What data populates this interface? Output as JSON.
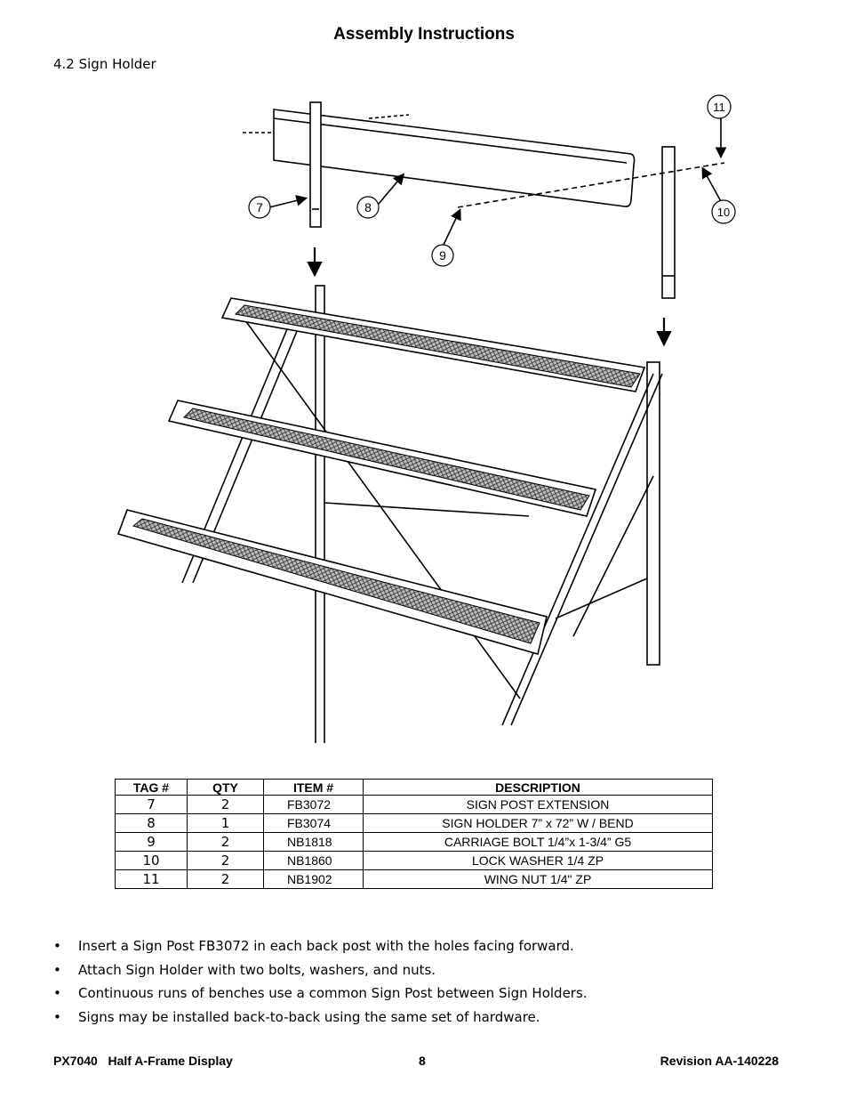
{
  "header": {
    "title": "Assembly Instructions",
    "section": "4.2 Sign Holder"
  },
  "figure": {
    "callouts": [
      {
        "tag": "7"
      },
      {
        "tag": "8"
      },
      {
        "tag": "9"
      },
      {
        "tag": "10"
      },
      {
        "tag": "11"
      }
    ]
  },
  "parts_table": {
    "headers": [
      "TAG #",
      "QTY",
      "ITEM #",
      "DESCRIPTION"
    ],
    "rows": [
      {
        "tag": "7",
        "qty": "2",
        "item": "FB3072",
        "description": "SIGN POST EXTENSION"
      },
      {
        "tag": "8",
        "qty": "1",
        "item": "FB3074",
        "description": "SIGN HOLDER  7” x 72” W / BEND"
      },
      {
        "tag": "9",
        "qty": "2",
        "item": "NB1818",
        "description": "CARRIAGE BOLT 1/4”x 1-3/4” G5"
      },
      {
        "tag": "10",
        "qty": "2",
        "item": "NB1860",
        "description": "LOCK WASHER 1/4 ZP"
      },
      {
        "tag": "11",
        "qty": "2",
        "item": "NB1902",
        "description": "WING NUT 1/4\" ZP"
      }
    ]
  },
  "notes": [
    "Insert a Sign Post FB3072 in each back post with the holes facing forward.",
    "Attach Sign Holder with two bolts, washers, and nuts.",
    "Continuous runs of benches use a common Sign Post between Sign Holders.",
    "Signs may be installed back-to-back using the same set of hardware."
  ],
  "bullet": "•",
  "footer": {
    "left": "PX7040   Half A-Frame Display",
    "center": "8",
    "right": "Revision AA-140228"
  }
}
